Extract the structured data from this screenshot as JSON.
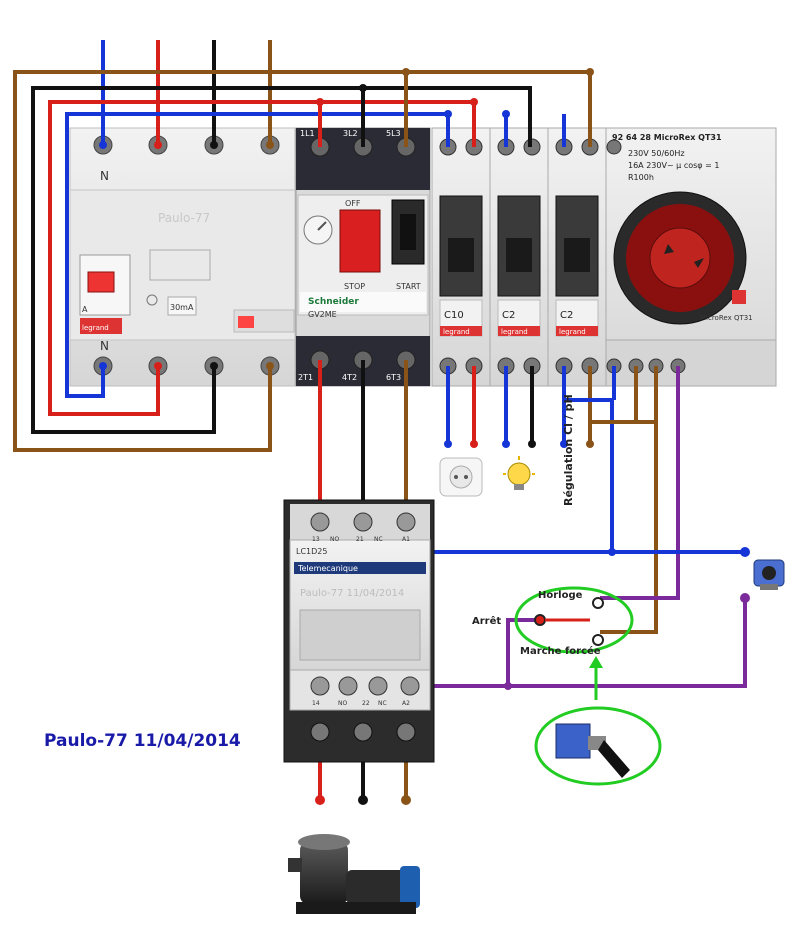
{
  "diagram": {
    "watermark": "Paulo-77",
    "author_signature": "Paulo-77 11/04/2014",
    "colors": {
      "neutral": "#1535d6",
      "phase1": "#d8201a",
      "phase2": "#111111",
      "phase3": "#8a5418",
      "control": "#7a2a9a",
      "highlight": "#22cc22"
    },
    "differential": {
      "top_label": "N",
      "bottom_label": "N",
      "rating": "30mA",
      "brand": "legrand",
      "type": "A"
    },
    "motor_breaker": {
      "top_terminals": [
        "1L1",
        "3L2",
        "5L3"
      ],
      "bottom_terminals": [
        "2T1",
        "4T2",
        "6T3"
      ],
      "off_label": "OFF",
      "stop_label": "STOP",
      "start_label": "START",
      "brand": "Schneider",
      "model": "GV2ME"
    },
    "breakers": [
      {
        "rating": "C10",
        "brand": "legrand"
      },
      {
        "rating": "C2",
        "brand": "legrand"
      },
      {
        "rating": "C2",
        "brand": "legrand"
      }
    ],
    "timer": {
      "header_line": "92 64 28  MicroRex QT31",
      "line1": "230V 50/60Hz",
      "line2": "16A 230V~ μ cosφ = 1",
      "line3": "R100h",
      "model_label": "MicroRex QT31"
    },
    "contactor": {
      "model": "LC1D25",
      "brand": "Telemecanique",
      "watermark": "Paulo-77 11/04/2014",
      "top_terminals": [
        "13",
        "NO",
        "21",
        "NC",
        "A1"
      ],
      "bottom_terminals": [
        "14",
        "NO",
        "22",
        "NC",
        "A2"
      ]
    },
    "switch": {
      "horloge": "Horloge",
      "arret": "Arrêt",
      "marche_forcee": "Marche forcée"
    },
    "regulation_label": "Régulation Cl / pH",
    "icons": [
      "socket-icon",
      "lightbulb-icon",
      "dosing-pump-icon",
      "toggle-switch-icon",
      "pool-pump-icon"
    ]
  }
}
